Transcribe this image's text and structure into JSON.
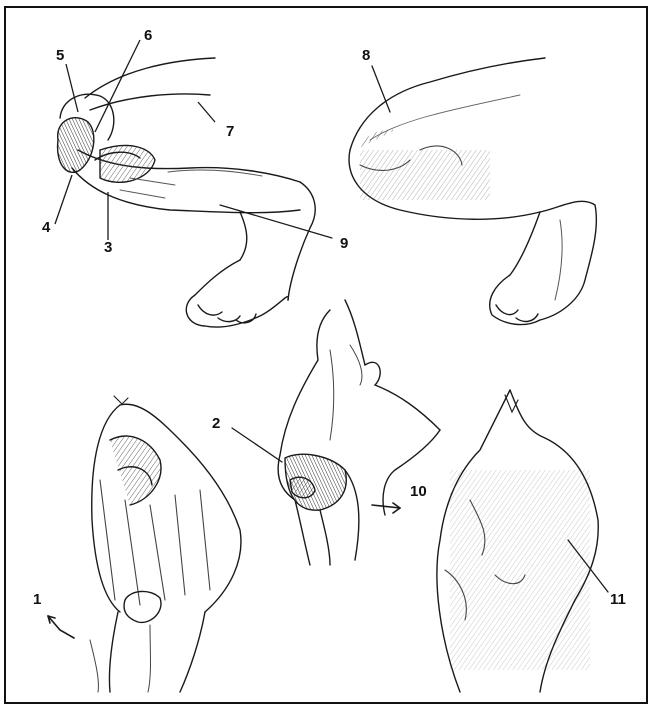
{
  "figure": {
    "labels": [
      "1",
      "2",
      "3",
      "4",
      "5",
      "6",
      "7",
      "8",
      "9",
      "10",
      "11"
    ]
  },
  "colors": {
    "ink": "#1a1a1a",
    "shade": "#555555",
    "paper": "#ffffff",
    "border": "#111111"
  }
}
